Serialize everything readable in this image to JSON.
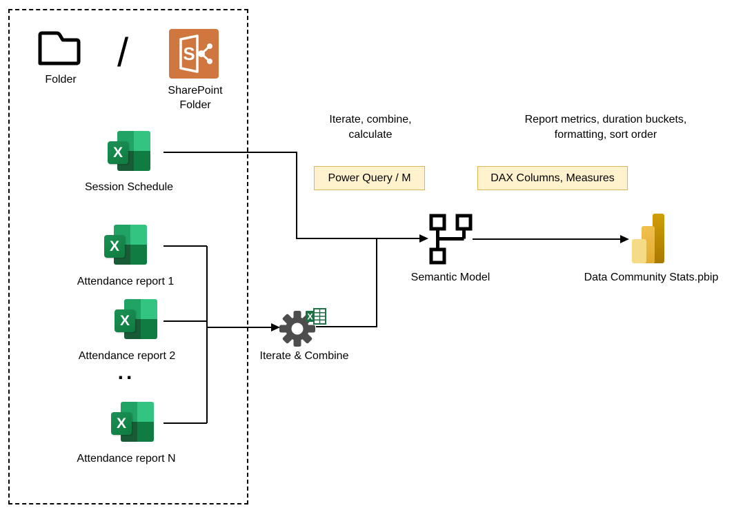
{
  "icons": {
    "excel_letter": "X",
    "sharepoint_letter": "S"
  },
  "source": {
    "folder_label": "Folder",
    "separator": "/",
    "sharepoint_line1": "SharePoint",
    "sharepoint_line2": "Folder",
    "session_schedule_label": "Session Schedule",
    "attendance_reports": [
      {
        "label": "Attendance report 1"
      },
      {
        "label": "Attendance report 2"
      },
      {
        "label": "Attendance report N"
      }
    ],
    "ellipsis": ".."
  },
  "process": {
    "pq_annotation_line1": "Iterate, combine,",
    "pq_annotation_line2": "calculate",
    "pq_box_label": "Power Query / M",
    "dax_annotation_line1": "Report metrics, duration buckets,",
    "dax_annotation_line2": "formatting, sort order",
    "dax_box_label": "DAX Columns, Measures",
    "combine_label": "Iterate & Combine"
  },
  "model": {
    "semantic_model_label": "Semantic Model",
    "output_file_label": "Data Community Stats.pbip"
  },
  "colors": {
    "note_fill": "#FFF2CC",
    "note_border": "#D6B656",
    "sharepoint_orange": "#D0773F",
    "excel_green_top_left": "#21A366",
    "excel_green_top_right": "#33C481",
    "excel_green_mid": "#107C41",
    "excel_green_dark": "#185C37",
    "gear_gray": "#4D4D4D",
    "pbi_bar_light": "#F5DB85",
    "pbi_bar_mid": "#EEC04A",
    "pbi_bar_dark": "#C28F06",
    "line_color": "#000000"
  }
}
